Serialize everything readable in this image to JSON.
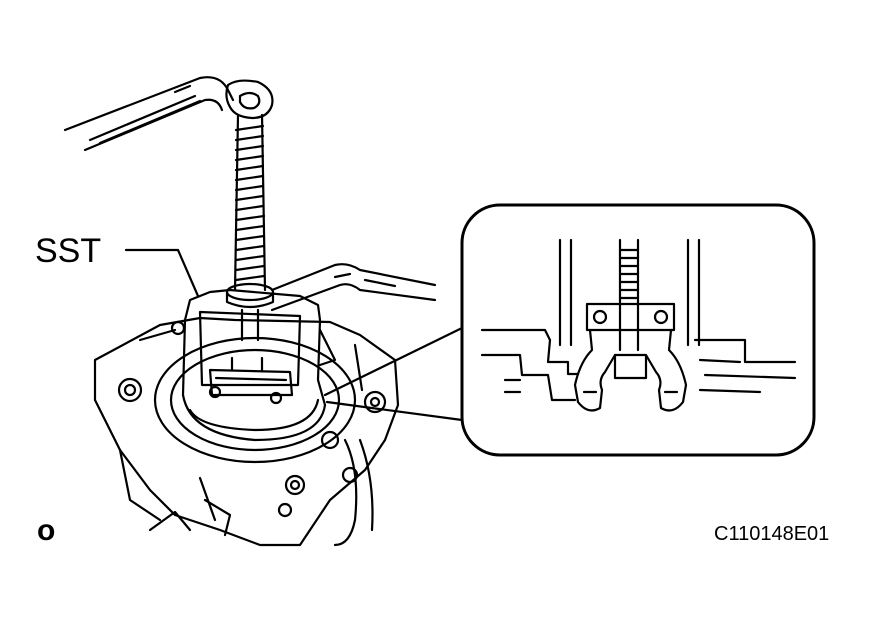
{
  "labels": {
    "tool": "SST",
    "reference": "C110148E01",
    "direction_mark": "o"
  },
  "colors": {
    "line": "#000000",
    "background": "#ffffff"
  }
}
